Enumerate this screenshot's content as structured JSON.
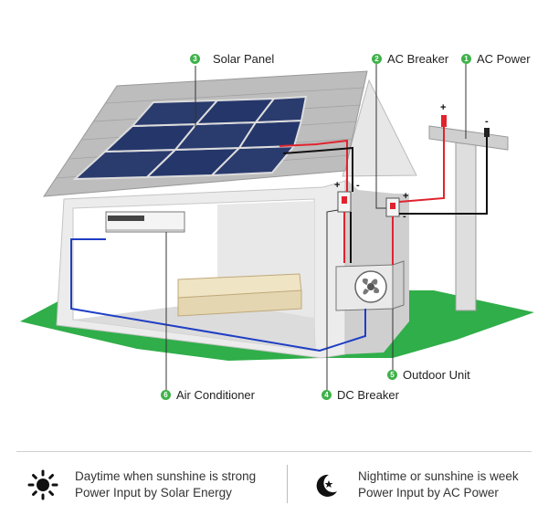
{
  "callouts": [
    {
      "num": "3",
      "label": "Solar Panel"
    },
    {
      "num": "2",
      "label": "AC Breaker"
    },
    {
      "num": "1",
      "label": "AC Power"
    },
    {
      "num": "6",
      "label": "Air Conditioner"
    },
    {
      "num": "4",
      "label": "DC Breaker"
    },
    {
      "num": "5",
      "label": "Outdoor Unit"
    }
  ],
  "polarity": {
    "plus": "+",
    "minus": "-"
  },
  "footer": {
    "day": {
      "line1": "Daytime when sunshine is strong",
      "line2": "Power Input by Solar Energy",
      "icon": "sun-icon"
    },
    "night": {
      "line1": "Nightime or sunshine is week",
      "line2": "Power Input by AC Power",
      "icon": "moon-star-icon"
    }
  },
  "colors": {
    "grass": "#2fae49",
    "wire_red": "#e0232e",
    "wire_blue": "#1f3fc4",
    "wire_black": "#111111",
    "badge": "#3fb24a"
  }
}
